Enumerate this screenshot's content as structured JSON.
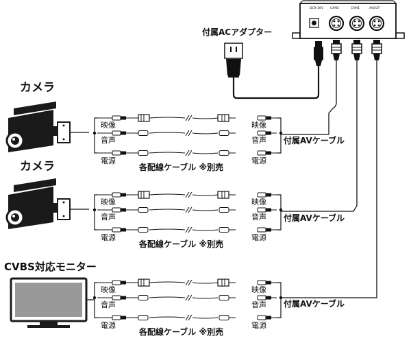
{
  "box": {
    "ports": [
      "DC9-30V",
      "CAM2",
      "CAM1",
      "AVOUT"
    ]
  },
  "adapter": {
    "label": "付属ACアダプター"
  },
  "devices": {
    "camera1": "カメラ",
    "camera2": "カメラ",
    "monitor": "CVBS対応モニター"
  },
  "signals": {
    "video": "映像",
    "audio": "音声",
    "power": "電源"
  },
  "cables": {
    "wiring": "各配線ケーブル ※別売",
    "av": "付属AVケーブル"
  },
  "colors": {
    "line": "#111111",
    "device": "#1a1a1a"
  }
}
